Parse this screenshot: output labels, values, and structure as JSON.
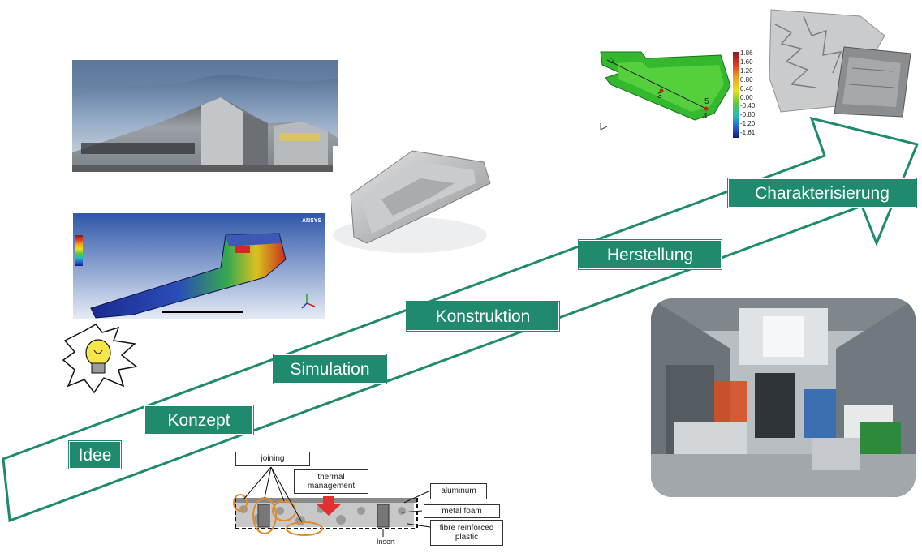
{
  "stages": [
    {
      "id": "idee",
      "label": "Idee"
    },
    {
      "id": "konzept",
      "label": "Konzept"
    },
    {
      "id": "simulation",
      "label": "Simulation"
    },
    {
      "id": "konstruktion",
      "label": "Konstruktion"
    },
    {
      "id": "herstellung",
      "label": "Herstellung"
    },
    {
      "id": "charakterisierung",
      "label": "Charakterisierung"
    }
  ],
  "colors": {
    "accent": "#1f8a6d"
  },
  "sim_legend": {
    "ticks": [
      "1.86",
      "1.60",
      "1.20",
      "0.80",
      "0.40",
      "0.00",
      "-0.40",
      "-0.80",
      "-1.20",
      "-1.61"
    ],
    "points": [
      "2",
      "3",
      "4",
      "5"
    ]
  },
  "fem_header": {
    "brand": "ANSYS"
  },
  "section_diagram": {
    "joining": "joining",
    "thermal": "thermal management",
    "aluminum": "aluminum",
    "metal_foam": "metal foam",
    "fibre": "fibre reinforced plastic",
    "insert": "Insert"
  },
  "icons": {
    "idea": "lightbulb-icon"
  }
}
